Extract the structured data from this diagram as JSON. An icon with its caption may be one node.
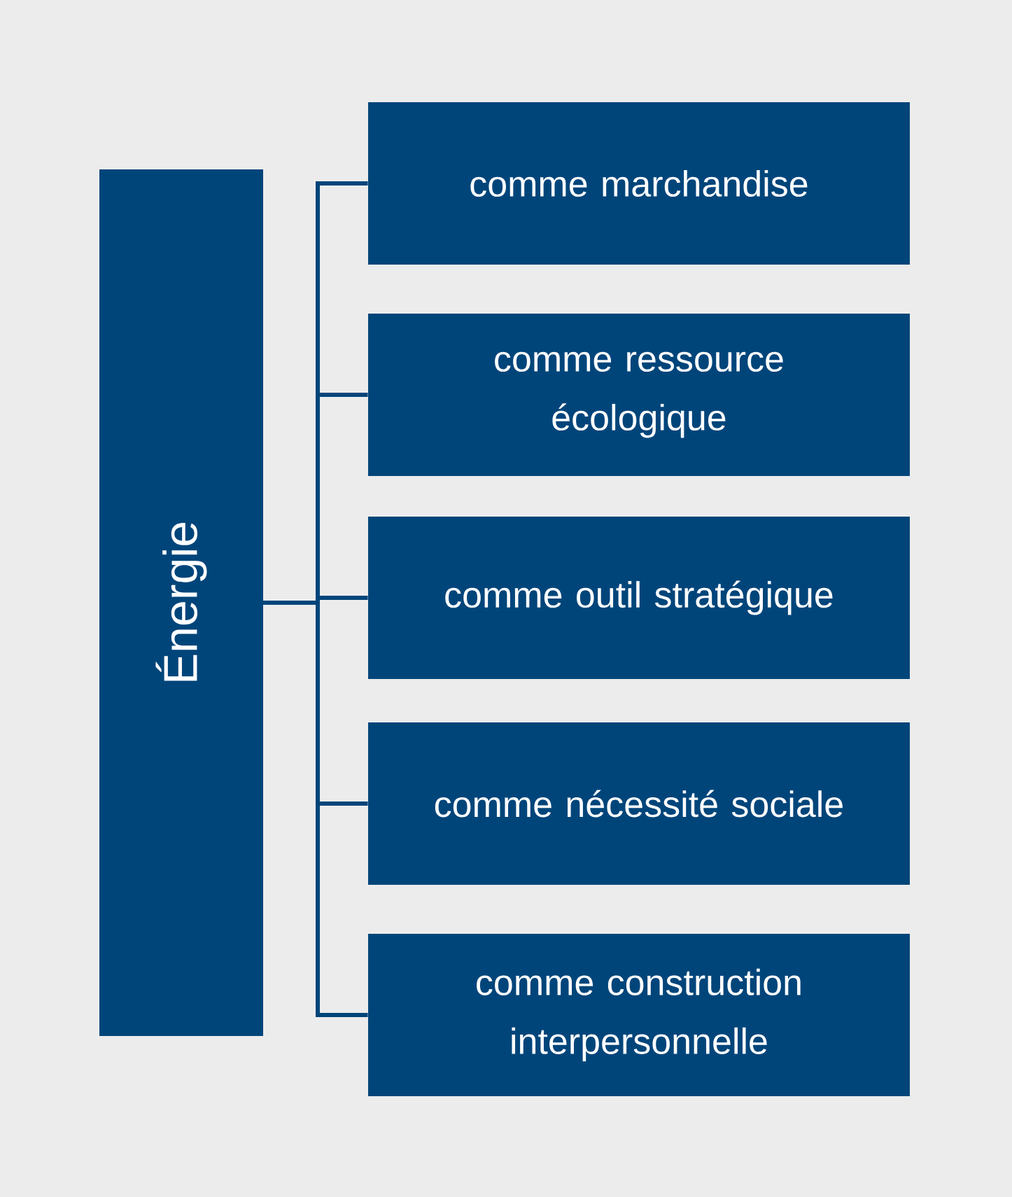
{
  "diagram": {
    "nodes": [
      {
        "text": [
          "Énergie"
        ]
      },
      {
        "text": [
          "comme marchandise"
        ]
      },
      {
        "text": [
          "comme ressource écologique"
        ]
      },
      {
        "text": [
          "comme outil stratégique"
        ]
      },
      {
        "text": [
          "comme nécessité sociale"
        ]
      },
      {
        "text": [
          "comme construction interpersonnelle"
        ]
      }
    ],
    "edges": [
      {
        "from": 0,
        "to": 1,
        "arrow": "none"
      },
      {
        "from": 0,
        "to": 2,
        "arrow": "none"
      },
      {
        "from": 0,
        "to": 3,
        "arrow": "none"
      },
      {
        "from": 0,
        "to": 4,
        "arrow": "none"
      },
      {
        "from": 0,
        "to": 5,
        "arrow": "none"
      }
    ]
  }
}
